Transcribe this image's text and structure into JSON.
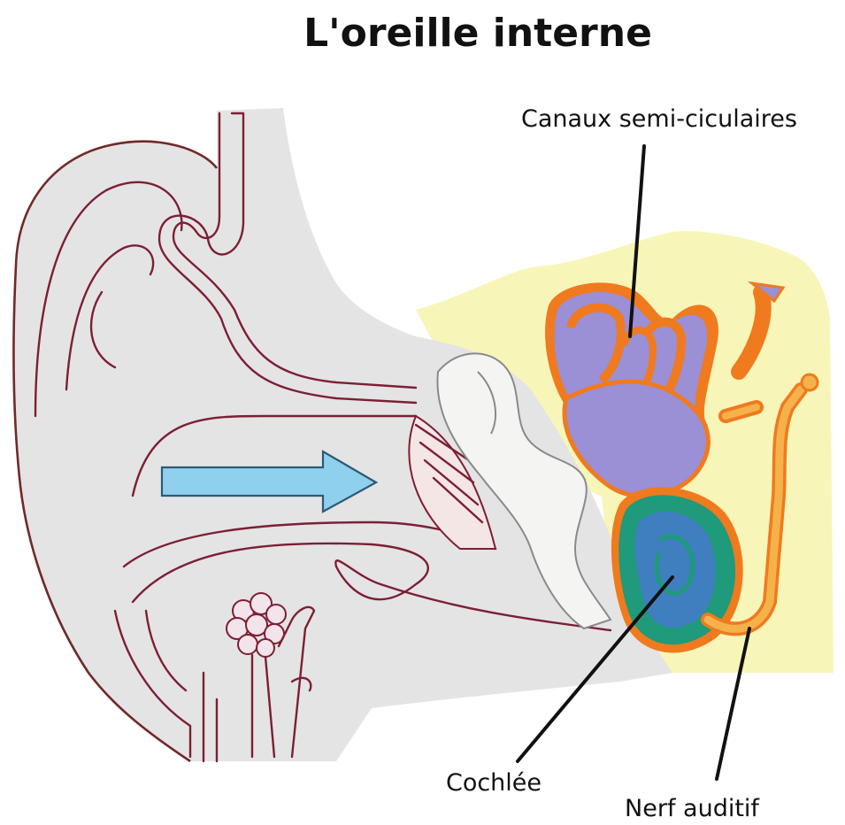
{
  "title": "L'oreille interne",
  "labels": {
    "semicircular": "Canaux semi-ciculaires",
    "cochlea": "Cochlée",
    "nerve": "Nerf auditif"
  },
  "colors": {
    "skin": "#e4e4e4",
    "skin_outline": "#6f2a28",
    "canal_line": "#7d1f33",
    "bone": "#f8f5b8",
    "labyrinth_purple": "#9b8fd6",
    "labyrinth_orange": "#f07a1e",
    "cochlea_green": "#1f9a7a",
    "cochlea_blue": "#3f7fc0",
    "nerve_yellow": "#f5b24a",
    "arrow": "#8fd0ee"
  }
}
